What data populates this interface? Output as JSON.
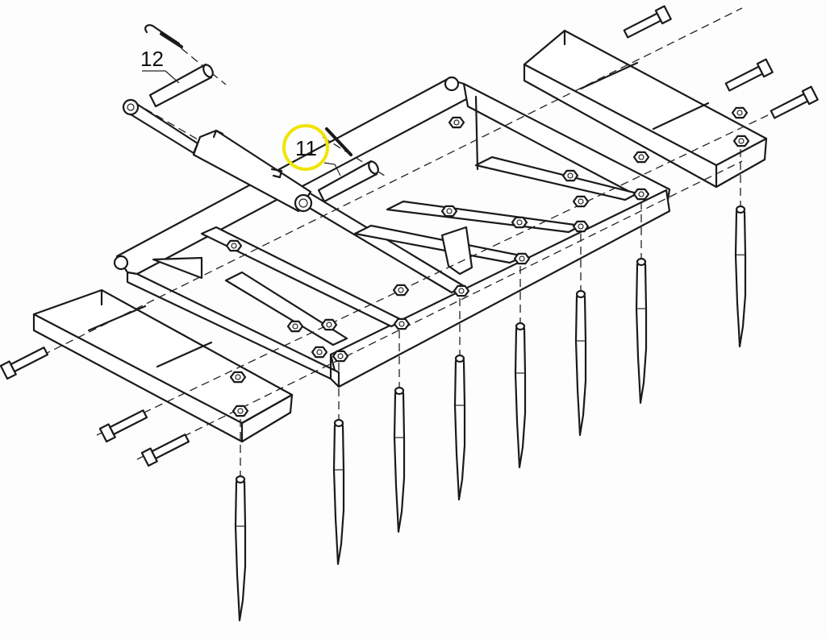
{
  "diagram": {
    "callouts": [
      {
        "label": "12",
        "part": "upper-pin"
      },
      {
        "label": "11",
        "part": "lower-pin",
        "highlighted": true
      }
    ],
    "highlight_color": "#f0e400",
    "line_color": "#1a1a1a"
  }
}
